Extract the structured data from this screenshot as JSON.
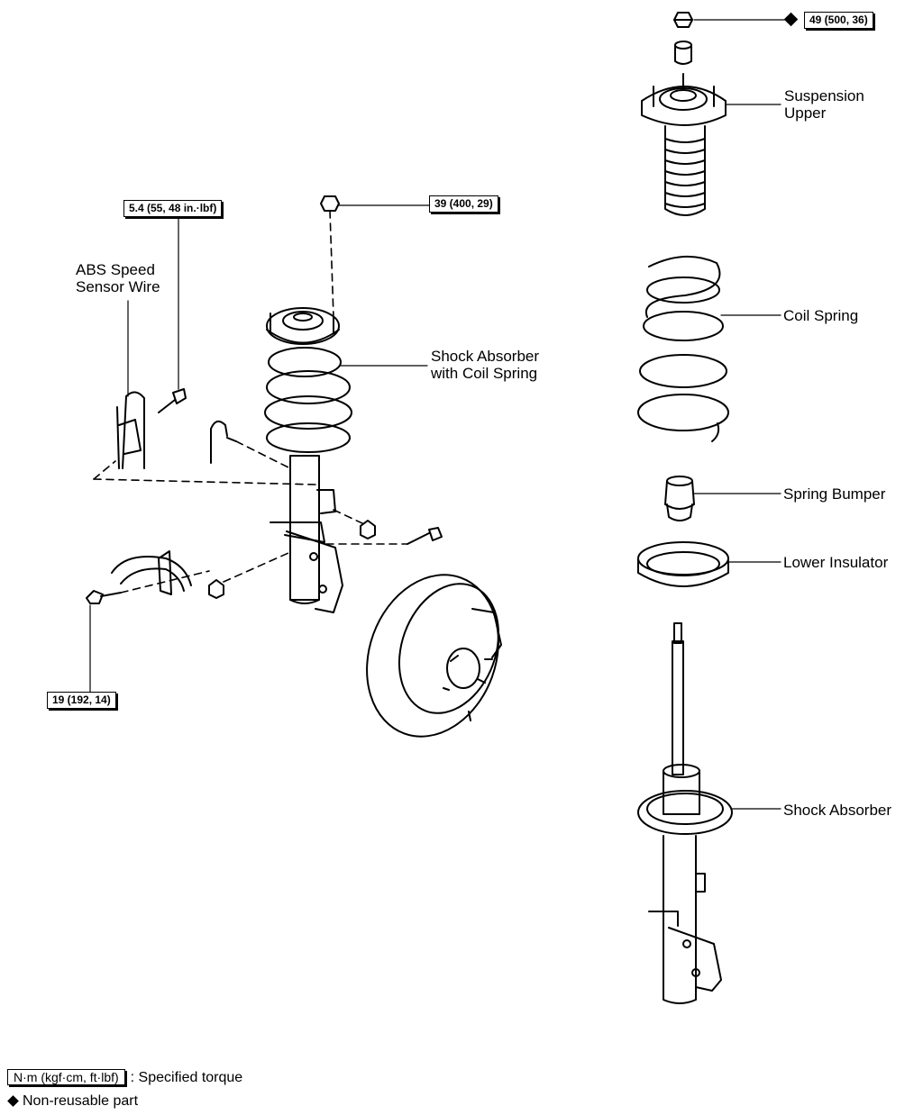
{
  "torque_specs": {
    "sensor_wire_bolt": "5.4 (55, 48 in.·lbf)",
    "upper_nut": "39 (400, 29)",
    "lower_bolts": "19 (192, 14)",
    "piston_rod_nut": "49 (500, 36)"
  },
  "labels": {
    "abs_line1": "ABS Speed",
    "abs_line2": "Sensor Wire",
    "shock_with_spring_line1": "Shock Absorber",
    "shock_with_spring_line2": "with Coil Spring",
    "suspension_upper_line1": "Suspension",
    "suspension_upper_line2": "Upper",
    "coil_spring": "Coil Spring",
    "spring_bumper": "Spring Bumper",
    "lower_insulator": "Lower Insulator",
    "shock_absorber": "Shock Absorber"
  },
  "legend": {
    "torque_unit": "N·m (kgf·cm, ft·lbf)",
    "torque_desc": ": Specified torque",
    "nonreusable": "Non-reusable part"
  }
}
